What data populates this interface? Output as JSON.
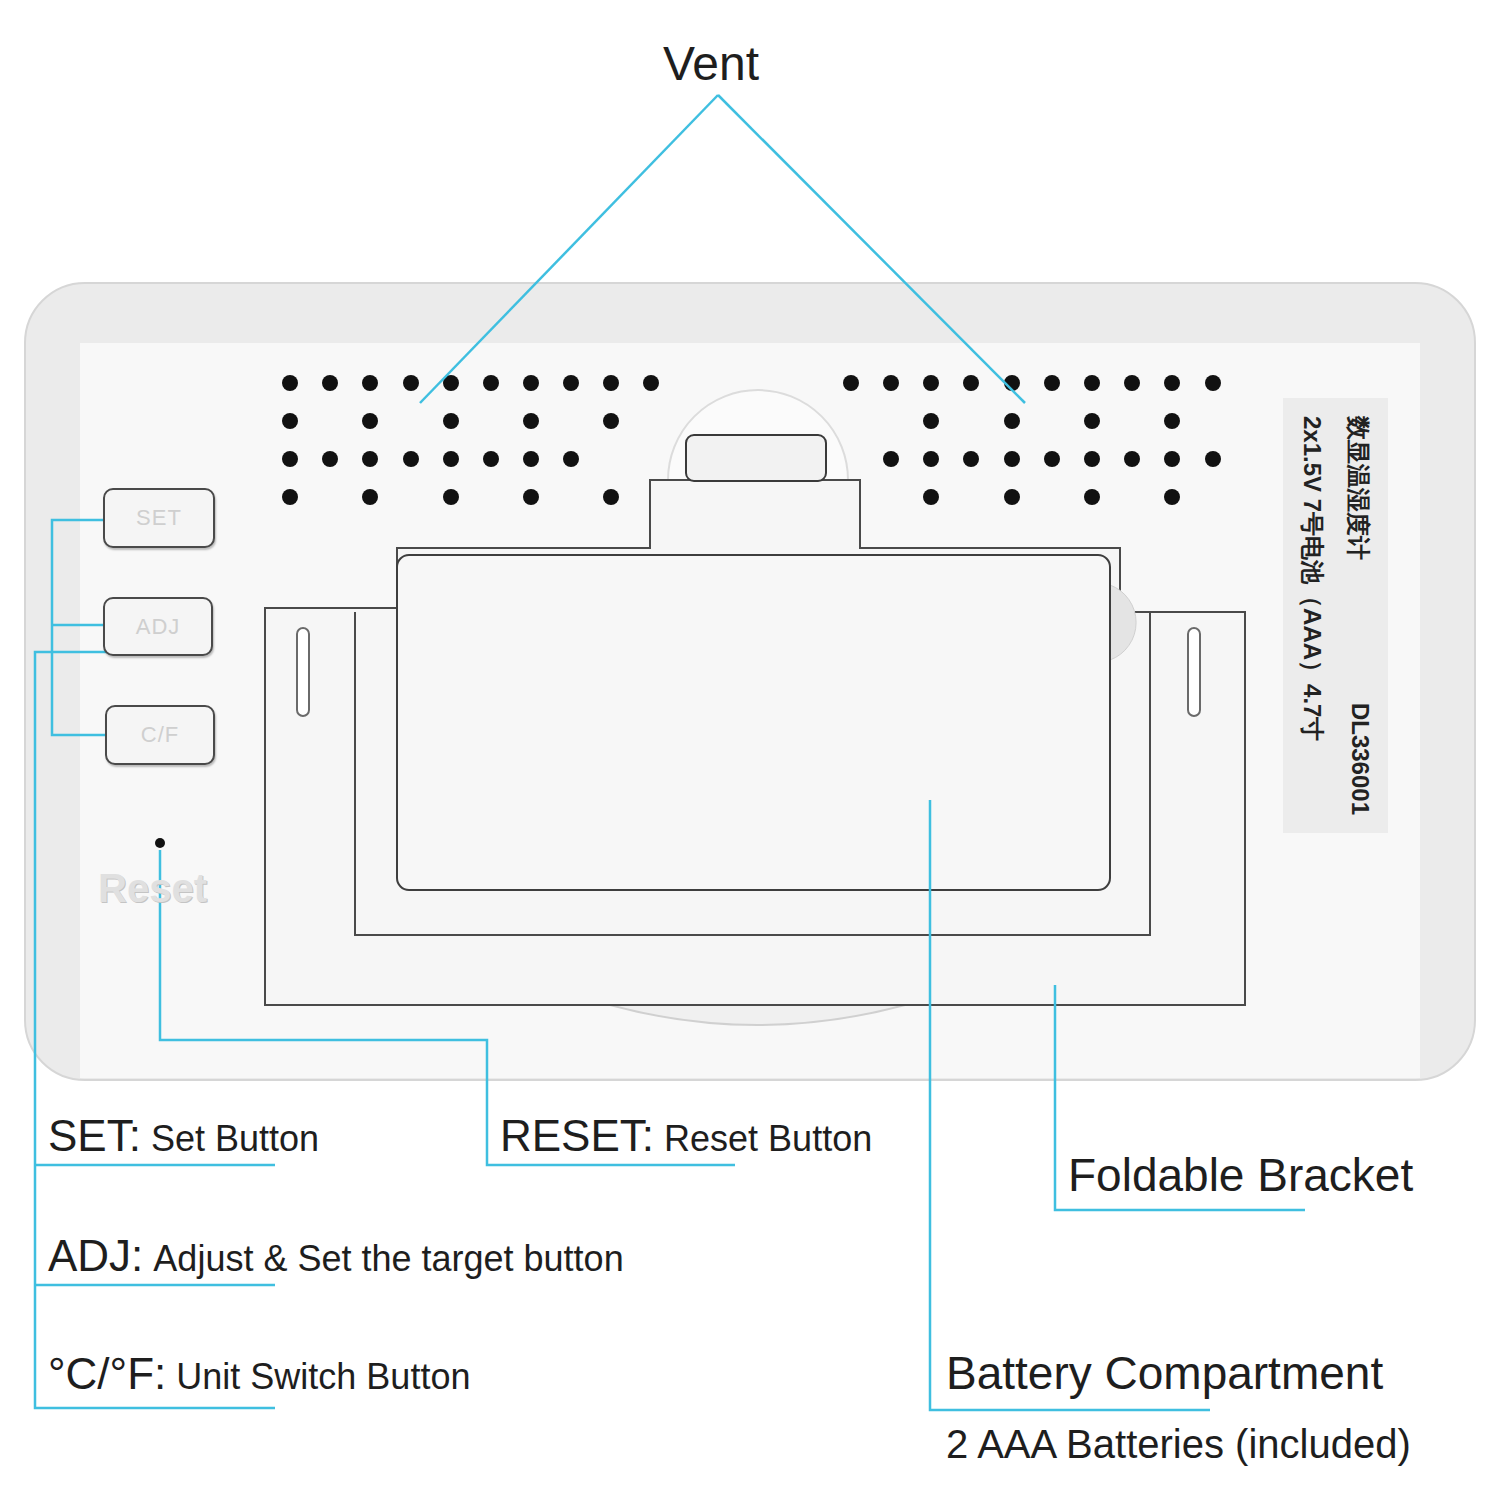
{
  "diagram": {
    "nodes": [
      {
        "text": [
          "SET"
        ]
      },
      {
        "text": [
          "ADJ"
        ]
      },
      {
        "text": [
          "C/F"
        ]
      },
      {
        "text": [
          "数显温湿度计",
          "DL336001",
          "2x1.5V 7号电池（AAA）4.7寸"
        ]
      }
    ],
    "labels": [
      "Vent",
      "Reset",
      "SET:",
      "Set Button",
      "RESET:",
      "Reset Button",
      "Foldable Bracket",
      "ADJ:",
      "Adjust & Set the target button",
      "°C/°F:",
      "Unit Switch Button",
      "Battery Compartment",
      "2 AAA Batteries (included)"
    ]
  }
}
